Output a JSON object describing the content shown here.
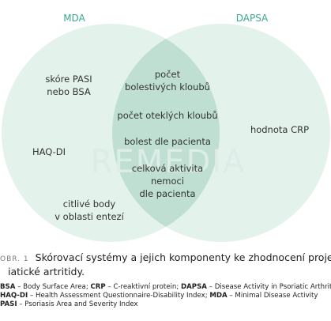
{
  "diagram": {
    "left_set": "MDA",
    "right_set": "DAPSA",
    "watermark": "REMEDIA",
    "left_only": [
      "skóre PASI",
      "nebo BSA",
      "HAQ-DI",
      "citlivé body",
      "v oblasti entezí"
    ],
    "intersection": [
      "počet",
      "bolestivých kloubů",
      "počet oteklých kloubů",
      "bolest dle pacienta",
      "celková aktivita",
      "nemoci",
      "dle pacienta"
    ],
    "right_only": [
      "hodnota CRP"
    ],
    "colors": {
      "left_fill": "#e4f2ec",
      "right_fill": "#e4f2ec",
      "overlap_fill": "#bfdfd3",
      "title": "#3aa98c"
    }
  },
  "caption": {
    "tag": "OBR. 1",
    "line1": "Skórovací systémy a jejich komponenty ke zhodnocení projevů pso",
    "line2": "iatické artritidy."
  },
  "legend": [
    {
      "abbr": "BSA",
      "text": " – Body Surface Area; "
    },
    {
      "abbr": "CRP",
      "text": " – C-reaktivní protein; "
    },
    {
      "abbr": "DAPSA",
      "text": " – Disease Activity in Psoriatic Arthritis"
    },
    {
      "abbr": "HAQ-DI",
      "text": " – Health Assessment Questionnaire-Disability Index; "
    },
    {
      "abbr": "MDA",
      "text": " – Minimal Disease Activity"
    },
    {
      "abbr": "PASI",
      "text": " – Psoriasis Area and Severity Index"
    }
  ]
}
